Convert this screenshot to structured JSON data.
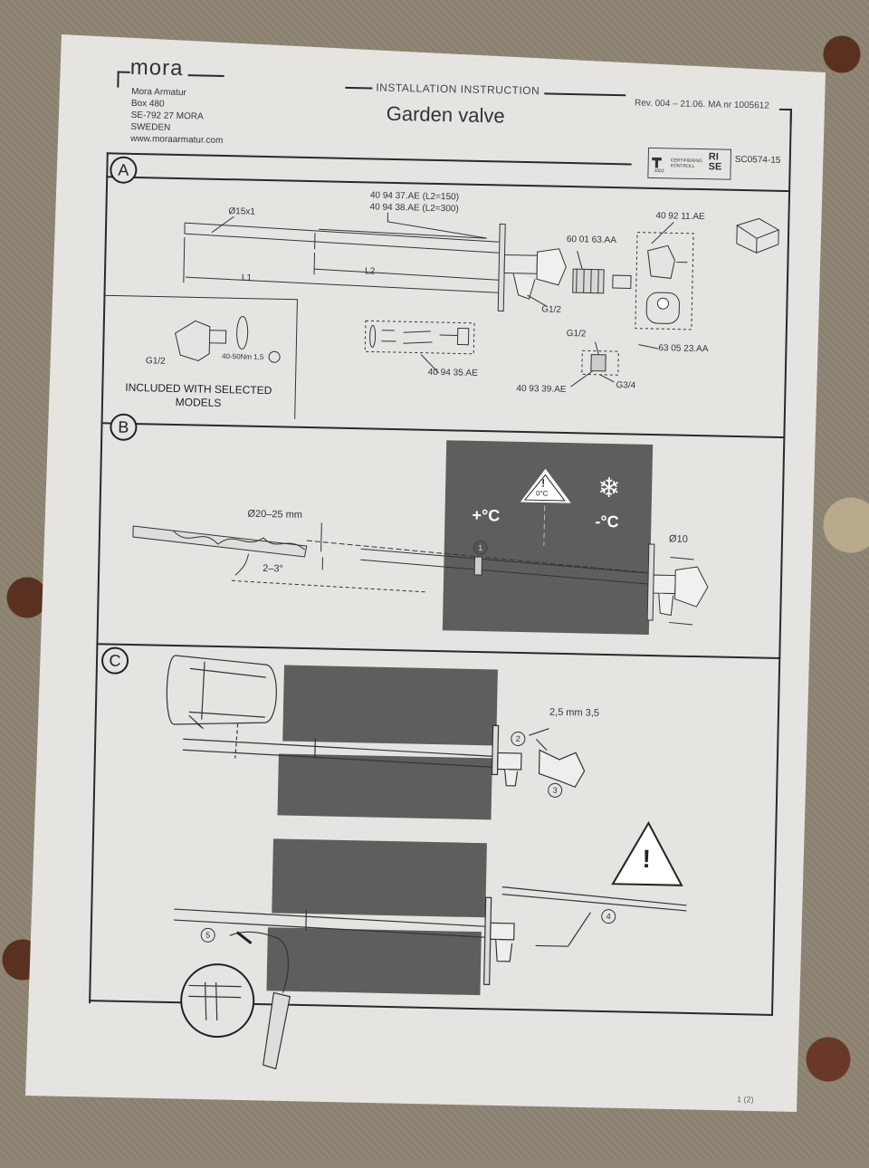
{
  "header": {
    "brand": "mora",
    "company_lines": [
      "Mora Armatur",
      "Box 480",
      "SE-792 27 MORA",
      "SWEDEN",
      "www.moraarmatur.com"
    ],
    "doc_type": "INSTALLATION INSTRUCTION",
    "title": "Garden valve",
    "revision": "Rev. 004 – 21.06. MA nr 1005612",
    "cert_code": "SC0574-15",
    "cert_text": "CERTIFIERING KONTROLL",
    "cert_badge": "RI SE",
    "cert_num": "1002"
  },
  "section_a": {
    "letter": "A",
    "pipe_diameter": "Ø15x1",
    "part_long_1": "40 94 37.AE (L2=150)",
    "part_long_2": "40 94 38.AE (L2=300)",
    "l1": "L1",
    "l2": "L2",
    "thread_main": "G1/2",
    "cartridge": "60 01 63.AA",
    "handle_kit": "40 92 11.AE",
    "key": "63 05 23.AA",
    "screws": "40 94 35.AE",
    "adapter_in": "G1/2",
    "adapter_out": "G3/4",
    "adapter": "40 93 39.AE",
    "elbow_thread": "G1/2",
    "torque": "40-50Nm  1,5",
    "included": "INCLUDED WITH SELECTED MODELS"
  },
  "section_b": {
    "letter": "B",
    "drill_diameter": "Ø20–25 mm",
    "angle": "2–3°",
    "step": "1",
    "warm": "+°C",
    "cold": "-°C",
    "warning_temp": "0°C",
    "screw_diameter": "Ø10"
  },
  "section_c": {
    "letter": "C",
    "step2": "2",
    "step3": "3",
    "step4": "4",
    "step5": "5",
    "allen": "2,5 mm  3,5"
  },
  "footer": {
    "page": "1 (2)"
  }
}
